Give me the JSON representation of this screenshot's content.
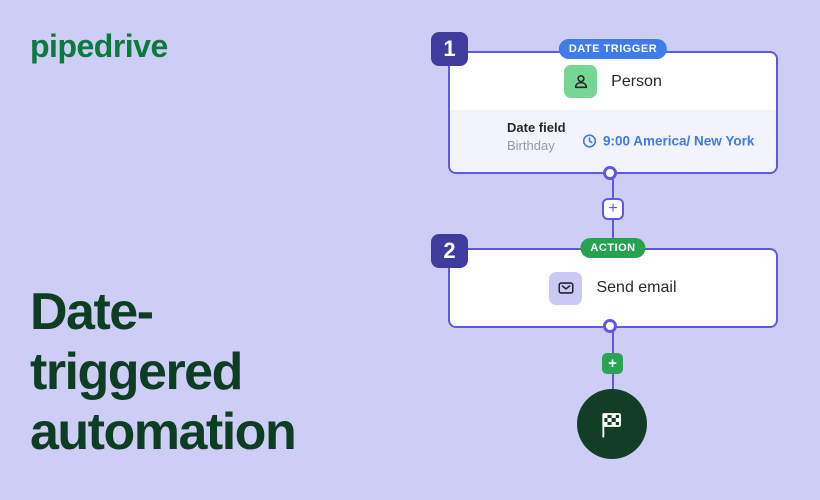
{
  "brand": {
    "logo_text": "pipedrive",
    "logo_color": "#0a7b3d"
  },
  "headline": {
    "lines": [
      "Date-",
      "triggered",
      "automation"
    ],
    "color": "#0d3e24"
  },
  "colors": {
    "background": "#cecdf6",
    "connector_purple": "#6157e6",
    "badge_indigo": "#3f3c9d",
    "trigger_blue": "#3d7ce9",
    "action_green": "#26a351",
    "person_tile_green": "#76d693",
    "email_tile_lavender": "#ccc9f6",
    "end_node_green": "#123e25"
  },
  "workflow": {
    "steps": [
      {
        "number": "1",
        "tag": "DATE TRIGGER",
        "entity_label": "Person",
        "entity_icon": "person-icon",
        "field_label": "Date field",
        "field_value": "Birthday",
        "schedule": "9:00 America/ New York",
        "schedule_icon": "clock-icon"
      },
      {
        "number": "2",
        "tag": "ACTION",
        "entity_label": "Send email",
        "entity_icon": "envelope-icon"
      }
    ],
    "add_step_label": "+",
    "end_icon": "checkered-flag-icon"
  }
}
